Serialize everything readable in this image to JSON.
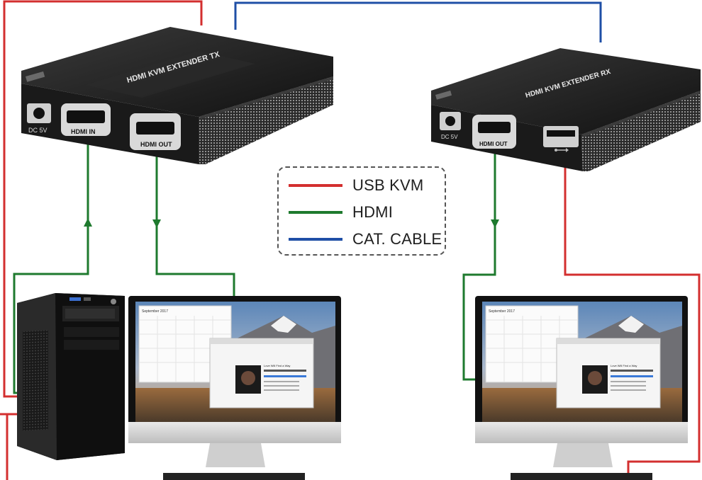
{
  "colors": {
    "usb": "#d32f2f",
    "hdmi": "#1e7a2e",
    "cat": "#1f4fa6",
    "device": "#1c1c1c"
  },
  "transmitter": {
    "title": "HDMI KVM EXTENDER TX",
    "power_label": "DC 5V",
    "hdmi_in_label": "HDMI IN",
    "hdmi_out_label": "HDMI OUT"
  },
  "receiver": {
    "title": "HDMI KVM EXTENDER RX",
    "power_label": "DC 5V",
    "hdmi_out_label": "HDMI OUT",
    "usb_port_icon": "usb-icon"
  },
  "legend": {
    "items": [
      {
        "label": "USB KVM",
        "color": "#d32f2f"
      },
      {
        "label": "HDMI",
        "color": "#1e7a2e"
      },
      {
        "label": "CAT. CABLE",
        "color": "#1f4fa6"
      }
    ]
  },
  "monitor_screen": {
    "calendar_title": "September 2017",
    "album_title": "Love Will Find a Way"
  }
}
